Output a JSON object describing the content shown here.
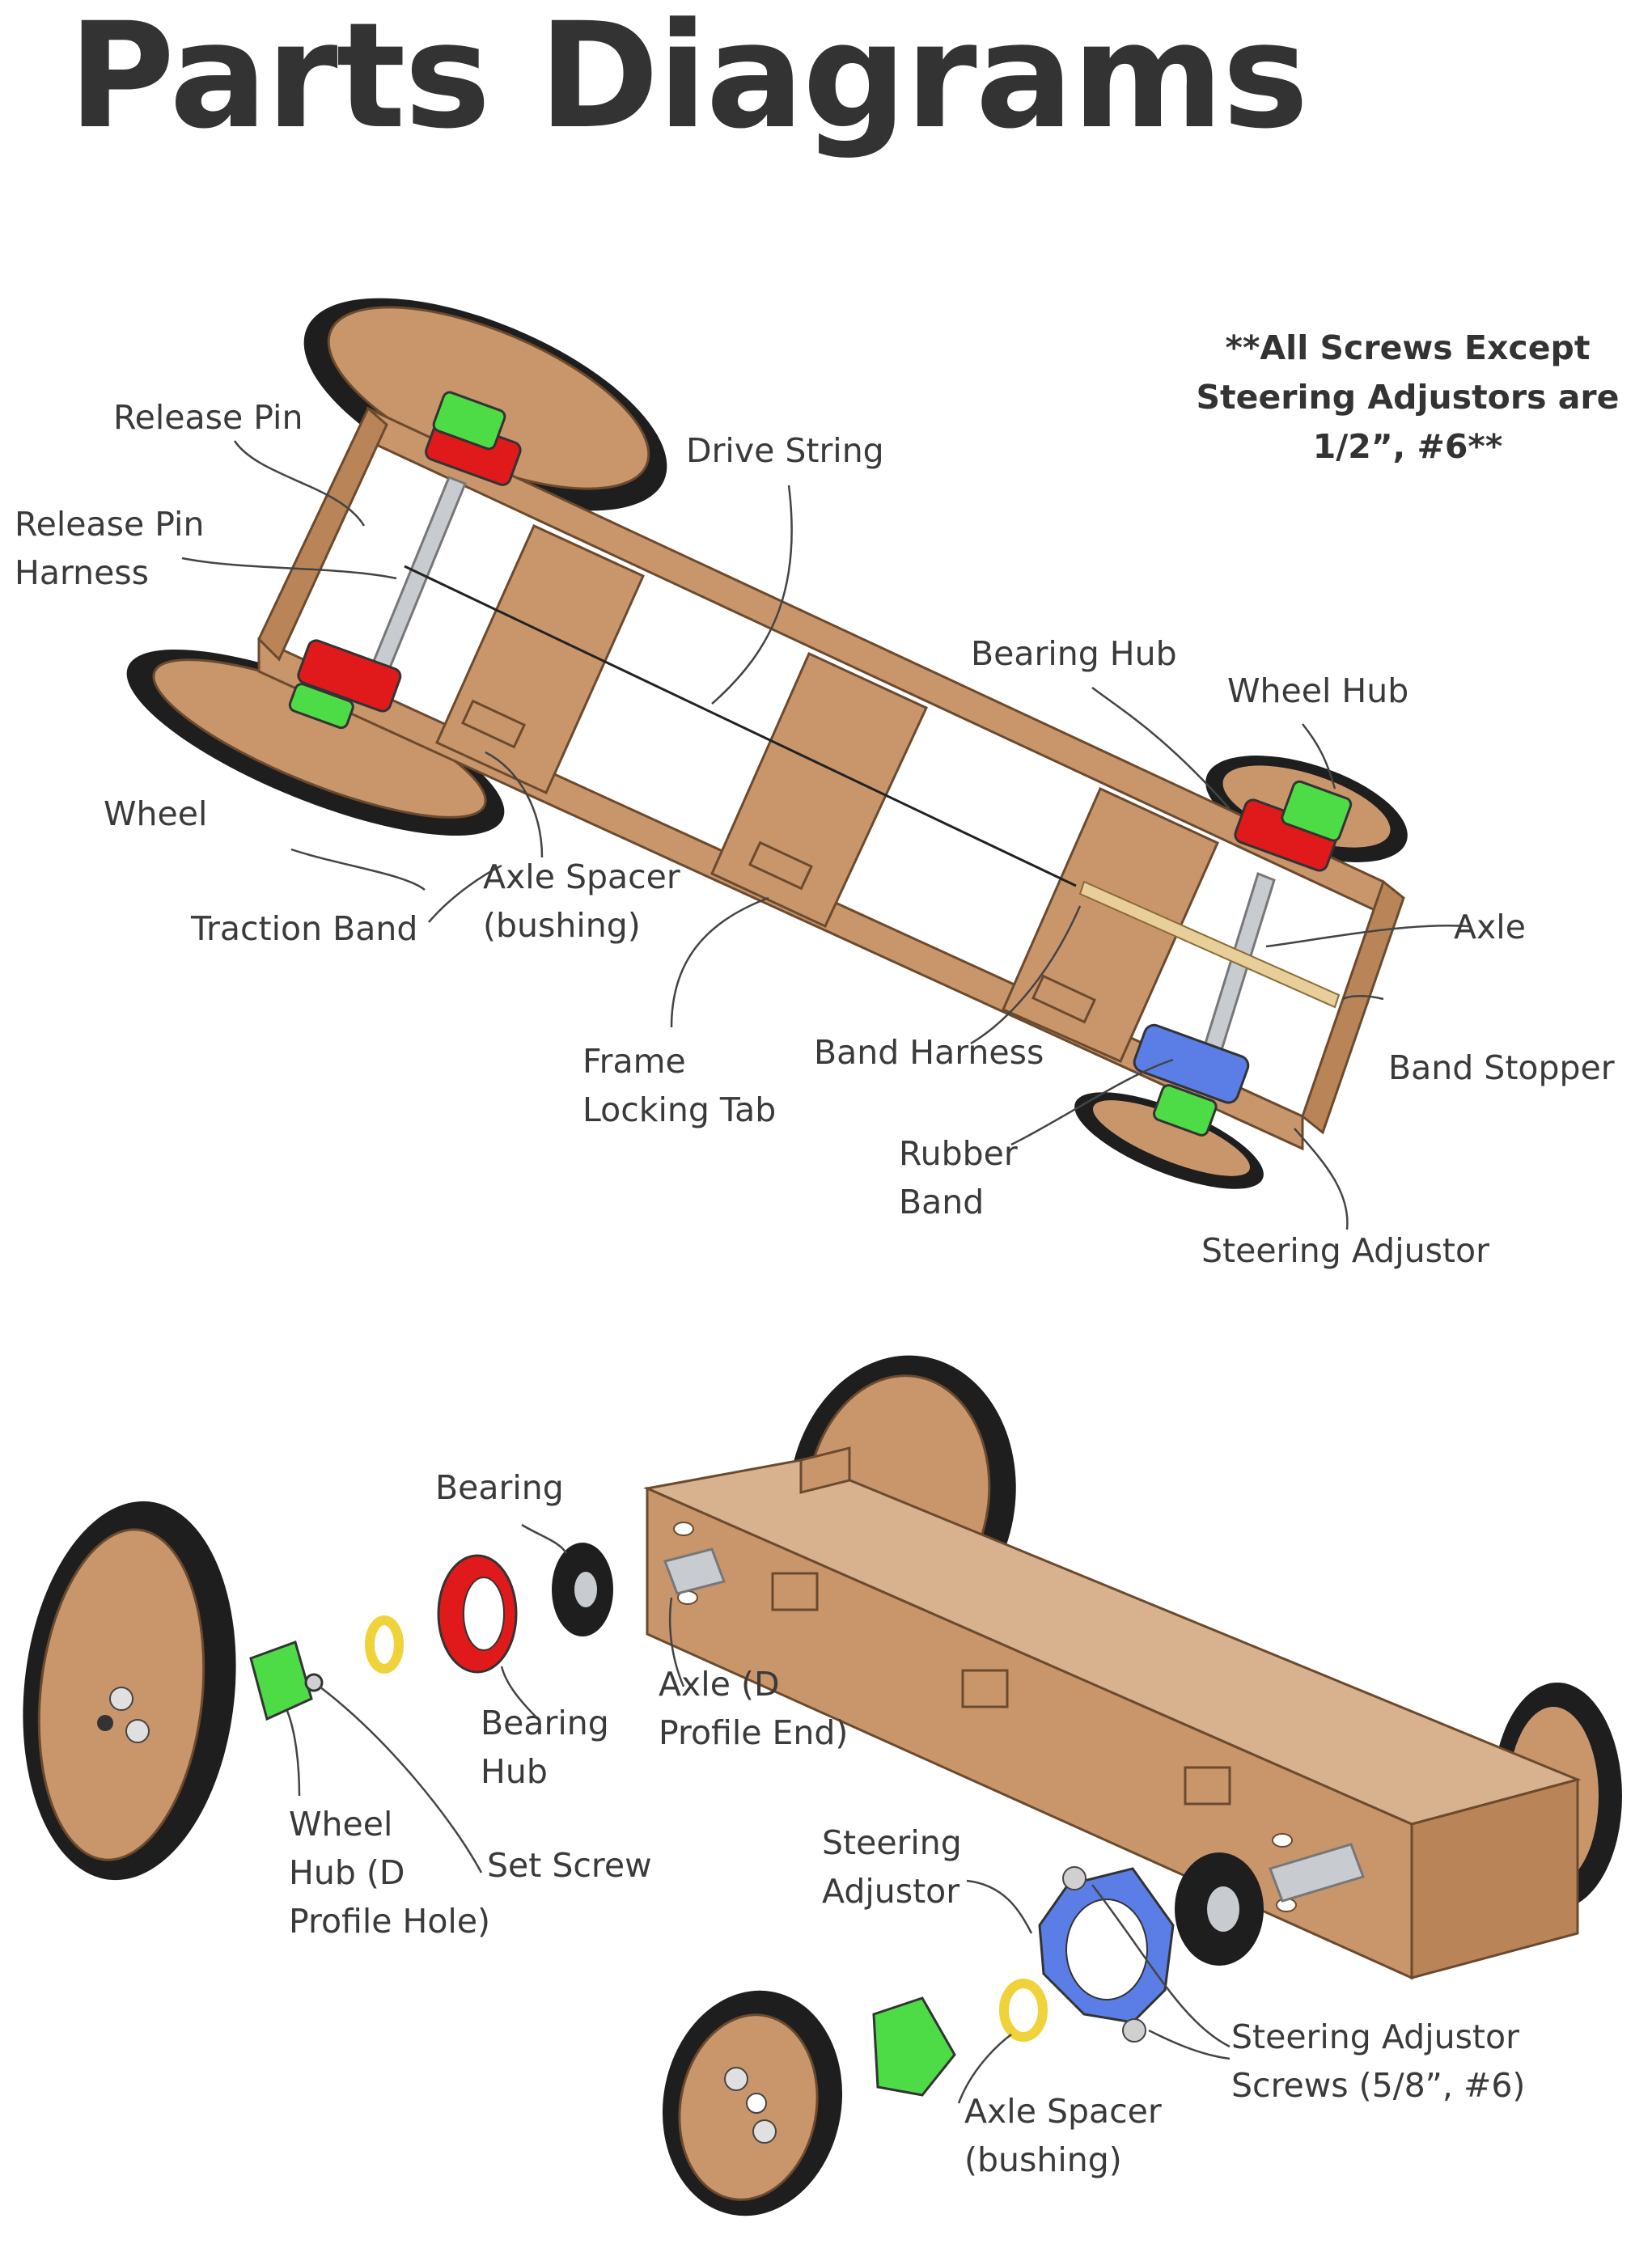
{
  "page": {
    "title": "Parts Diagrams",
    "note": [
      "**All Screws Except",
      "Steering Adjustors are",
      "1/2”, #6**"
    ]
  },
  "top_labels": {
    "release_pin": [
      "Release Pin"
    ],
    "release_pin_harness": [
      "Release Pin",
      "Harness"
    ],
    "drive_string": [
      "Drive String"
    ],
    "wheel": [
      "Wheel"
    ],
    "traction_band": [
      "Traction Band"
    ],
    "axle_spacer": [
      "Axle Spacer",
      "(bushing)"
    ],
    "bearing_hub": [
      "Bearing Hub"
    ],
    "wheel_hub": [
      "Wheel Hub"
    ],
    "axle": [
      "Axle"
    ],
    "band_stopper": [
      "Band Stopper"
    ],
    "frame_locking_tab": [
      "Frame",
      "Locking Tab"
    ],
    "band_harness": [
      "Band Harness"
    ],
    "rubber_band": [
      "Rubber",
      "Band"
    ],
    "steering_adjustor": [
      "Steering Adjustor"
    ]
  },
  "bottom_labels": {
    "bearing": [
      "Bearing"
    ],
    "bearing_hub": [
      "Bearing",
      "Hub"
    ],
    "axle_d_profile_end": [
      "Axle (D",
      "Profile End)"
    ],
    "wheel_hub_d_profile_hole": [
      "Wheel",
      "Hub (D",
      "Profile Hole)"
    ],
    "set_screw": [
      "Set Screw"
    ],
    "steering_adjustor": [
      "Steering",
      "Adjustor"
    ],
    "steering_adjustor_screws": [
      "Steering Adjustor",
      "Screws (5/8”, #6)"
    ],
    "axle_spacer": [
      "Axle Spacer",
      "(bushing)"
    ]
  },
  "colors": {
    "wood": "#c9966c",
    "wood_dark": "#a8774f",
    "tire": "#1e1e1e",
    "hub_green": "#4ddb46",
    "hub_red": "#e01a1a",
    "adjustor_blue": "#5a7ee6",
    "spacer_yellow": "#f0d23a",
    "axle_steel": "#c8ccd0",
    "text": "#3a3a3a"
  }
}
